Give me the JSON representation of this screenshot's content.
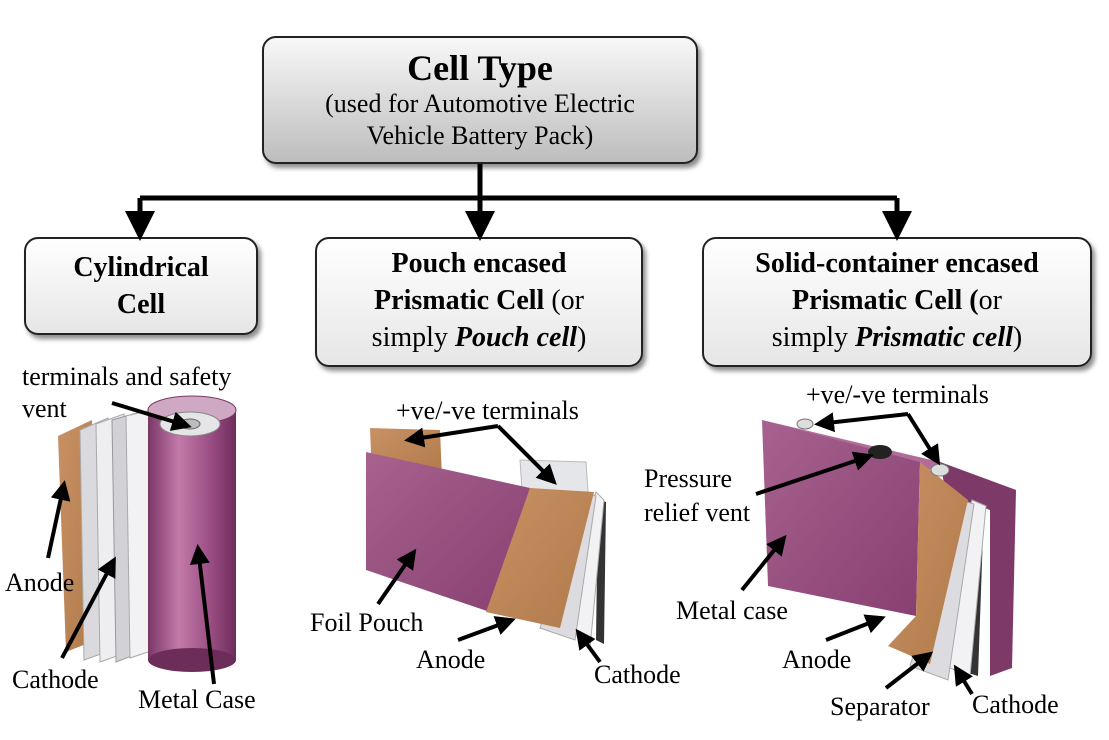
{
  "root": {
    "title": "Cell Type",
    "subtitle_line1": "(used for Automotive Electric",
    "subtitle_line2": "Vehicle Battery Pack)"
  },
  "categories": {
    "cylindrical": {
      "line1": "Cylindrical",
      "line2": "Cell"
    },
    "pouch": {
      "line1": "Pouch encased",
      "line2_bold": "Prismatic Cell",
      "line2_rest": " (or",
      "line3_start": "simply ",
      "line3_bi": "Pouch cell",
      "line3_end": ")"
    },
    "prismatic": {
      "line1": "Solid-container encased",
      "line2_bold": "Prismatic Cell (",
      "line2_rest": "or",
      "line3_start": "simply ",
      "line3_bi": "Prismatic cell",
      "line3_end": ")"
    }
  },
  "labels": {
    "cylindrical": {
      "terminals_line1": "terminals and safety",
      "terminals_line2": "vent",
      "anode": "Anode",
      "cathode": "Cathode",
      "metal_case": "Metal Case"
    },
    "pouch": {
      "terminals": "+ve/-ve terminals",
      "foil_pouch": "Foil Pouch",
      "anode": "Anode",
      "cathode": "Cathode"
    },
    "prismatic": {
      "terminals": "+ve/-ve terminals",
      "pressure_line1": "Pressure",
      "pressure_line2": "relief vent",
      "metal_case": "Metal case",
      "anode": "Anode",
      "separator": "Separator",
      "cathode": "Cathode"
    }
  },
  "colors": {
    "case_purple": "#9c4f84",
    "copper": "#c0895a",
    "separator": "#e9e9ec",
    "arrow": "#000000"
  }
}
